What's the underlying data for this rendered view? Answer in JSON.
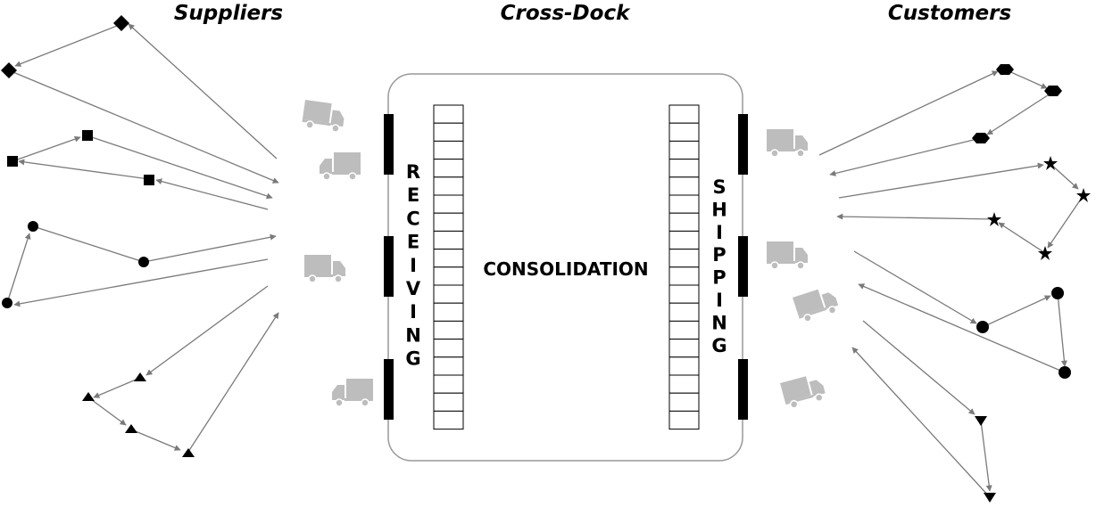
{
  "headings": {
    "suppliers": "Suppliers",
    "cross_dock": "Cross-Dock",
    "customers": "Customers"
  },
  "labels": {
    "receiving": "RECEIVING",
    "shipping": "SHIPPING",
    "consolidation": "CONSOLIDATION"
  },
  "colors": {
    "line": "#7a7a7a",
    "truck": "#bdbdbd",
    "node": "#000000",
    "dock_door": "#000000",
    "facility_border": "#999999"
  },
  "icons": {
    "truck": "truck-icon",
    "supplier_nodes": [
      "diamond",
      "square",
      "circle",
      "triangle"
    ],
    "customer_nodes": [
      "hexagon",
      "star",
      "circle",
      "inverted-triangle"
    ]
  }
}
